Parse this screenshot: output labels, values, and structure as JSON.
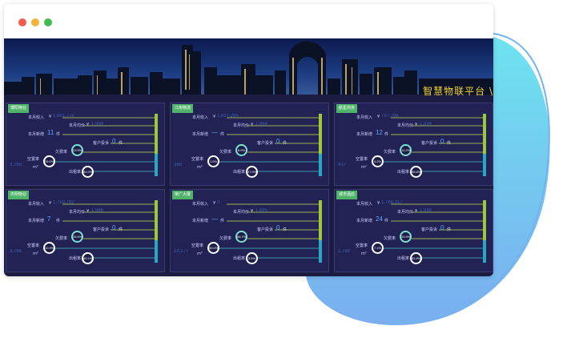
{
  "window": {
    "controls": [
      "close",
      "minimize",
      "maximize"
    ]
  },
  "banner": {
    "title": "智慧物联平台 \\"
  },
  "labels": {
    "income": "本月收入",
    "currency": "¥",
    "avg": "本月均价",
    "new": "本月新增",
    "unit_item": "件",
    "complaints": "客户投诉",
    "owe_rate": "欠费率",
    "vacancy_rate": "空置率",
    "rent_rate": "出租率",
    "area_unit": "m²"
  },
  "colors": {
    "bg": "#1c1b42",
    "card": "#232254",
    "tag": "#4fb36a",
    "accent": "#7ee0cf",
    "title": "#f0d23a"
  },
  "cards": [
    {
      "title": "博阳物业",
      "income": "1,861,775",
      "avg": "1,984",
      "new": "11",
      "complaints": "0",
      "owe_rate": "23.9%",
      "vacancy_rate": "26.0%",
      "vacancy_area": "3,766",
      "rent_rate": "84.0%"
    },
    {
      "title": "江南物流",
      "income": "1,637,286",
      "avg": "1,664",
      "new": "—",
      "complaints": "0",
      "owe_rate": "8.9%",
      "vacancy_rate": "1.0%",
      "vacancy_area": "388",
      "rent_rate": "97.0%"
    },
    {
      "title": "航星商务",
      "income": "757,796",
      "avg": "1,334",
      "new": "12",
      "complaints": "0",
      "owe_rate": "14.2%",
      "vacancy_rate": "4.2%",
      "vacancy_area": "437",
      "rent_rate": "95.8%"
    },
    {
      "title": "杰明物业",
      "income": "1,793,782",
      "avg": "1,986",
      "new": "7",
      "complaints": "0",
      "owe_rate": "25.5%",
      "vacancy_rate": "10.9%",
      "vacancy_area": "3,788",
      "rent_rate": "89.1%"
    },
    {
      "title": "荣广大厦",
      "income": "0",
      "avg": "1,695",
      "new": "—",
      "complaints": "0",
      "owe_rate": "66.7%",
      "vacancy_rate": "95.0%",
      "vacancy_area": "18,177",
      "rent_rate": "5.0%"
    },
    {
      "title": "城市酒店",
      "income": "1,788,317",
      "avg": "1,936",
      "new": "24",
      "complaints": "0",
      "owe_rate": "33.9%",
      "vacancy_rate": "7.1%",
      "vacancy_area": "1,788",
      "rent_rate": "92.9%"
    }
  ]
}
